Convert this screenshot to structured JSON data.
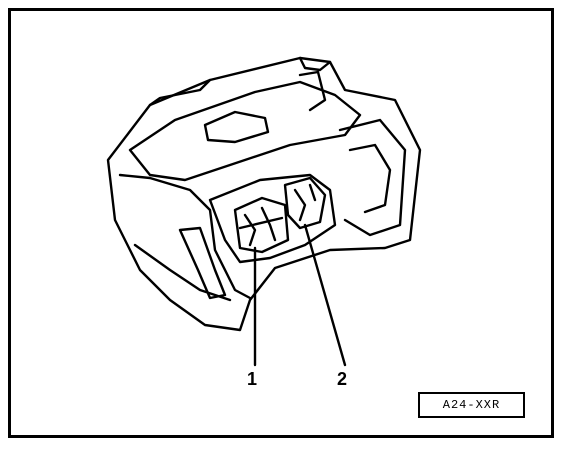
{
  "figure": {
    "callouts": [
      {
        "id": "1",
        "label": "1"
      },
      {
        "id": "2",
        "label": "2"
      }
    ],
    "reference_code": "A24-XXR",
    "colors": {
      "line": "#000000",
      "background": "#ffffff"
    }
  }
}
